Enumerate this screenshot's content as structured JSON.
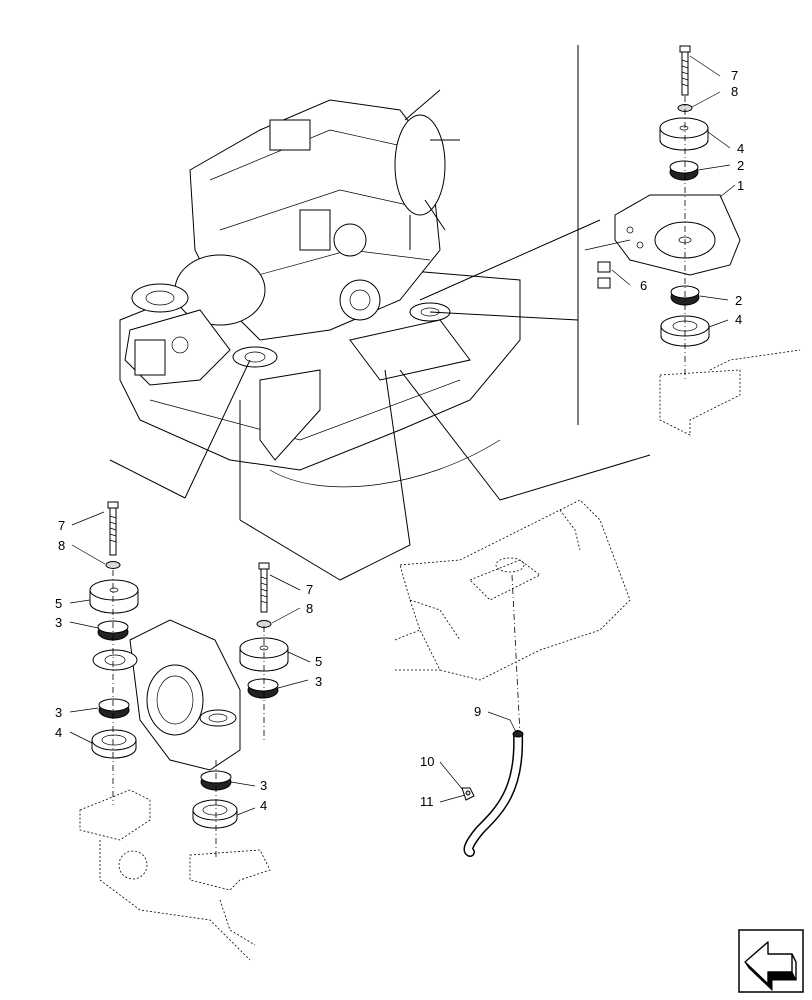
{
  "diagram": {
    "callouts": {
      "c1": "1",
      "c2a": "2",
      "c2b": "2",
      "c3a": "3",
      "c3b": "3",
      "c3c": "3",
      "c3d": "3",
      "c4a": "4",
      "c4b": "4",
      "c4c": "4",
      "c4d": "4",
      "c5a": "5",
      "c5b": "5",
      "c6": "6",
      "c7a": "7",
      "c7b": "7",
      "c7c": "7",
      "c8a": "8",
      "c8b": "8",
      "c8c": "8",
      "c9": "9",
      "c10": "10",
      "c11": "11"
    },
    "icons": {
      "nav": "previous-page-arrow-icon"
    }
  }
}
